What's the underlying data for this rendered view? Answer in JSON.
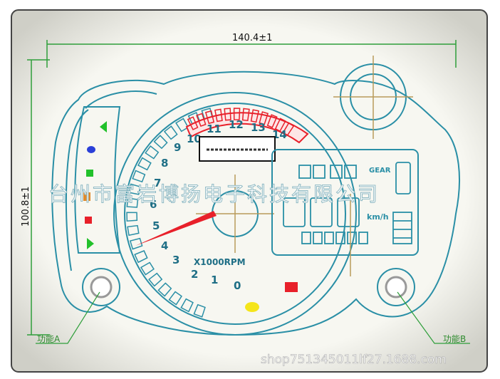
{
  "dimensions": {
    "width_label": "140.4±1",
    "height_label": "100.8±1"
  },
  "rpm_scale": {
    "white_ticks": [
      "2",
      "1",
      "0",
      "3",
      "4",
      "5",
      "6",
      "7",
      "8",
      "9"
    ],
    "red_zone_ticks": [
      "10",
      "11",
      "12",
      "13",
      "14"
    ],
    "unit_label": "X1000RPM"
  },
  "lcd": {
    "gear_label": "GEAR",
    "speed_unit": "km/h"
  },
  "callouts": {
    "function_a": "功能A",
    "function_b": "功能B"
  },
  "watermark": {
    "company": "台州市富岩博扬电子科技有限公司",
    "shop": "shop751345011lf27.1688.com"
  },
  "colors": {
    "outline": "#2a8fa6",
    "redline": "#e8202a",
    "indicator_green": "#22c12b",
    "indicator_blue": "#2a3fd8",
    "indicator_orange": "#e08a2a",
    "indicator_yellow": "#f5e51a",
    "dimension_line": "#2e9e3a"
  }
}
